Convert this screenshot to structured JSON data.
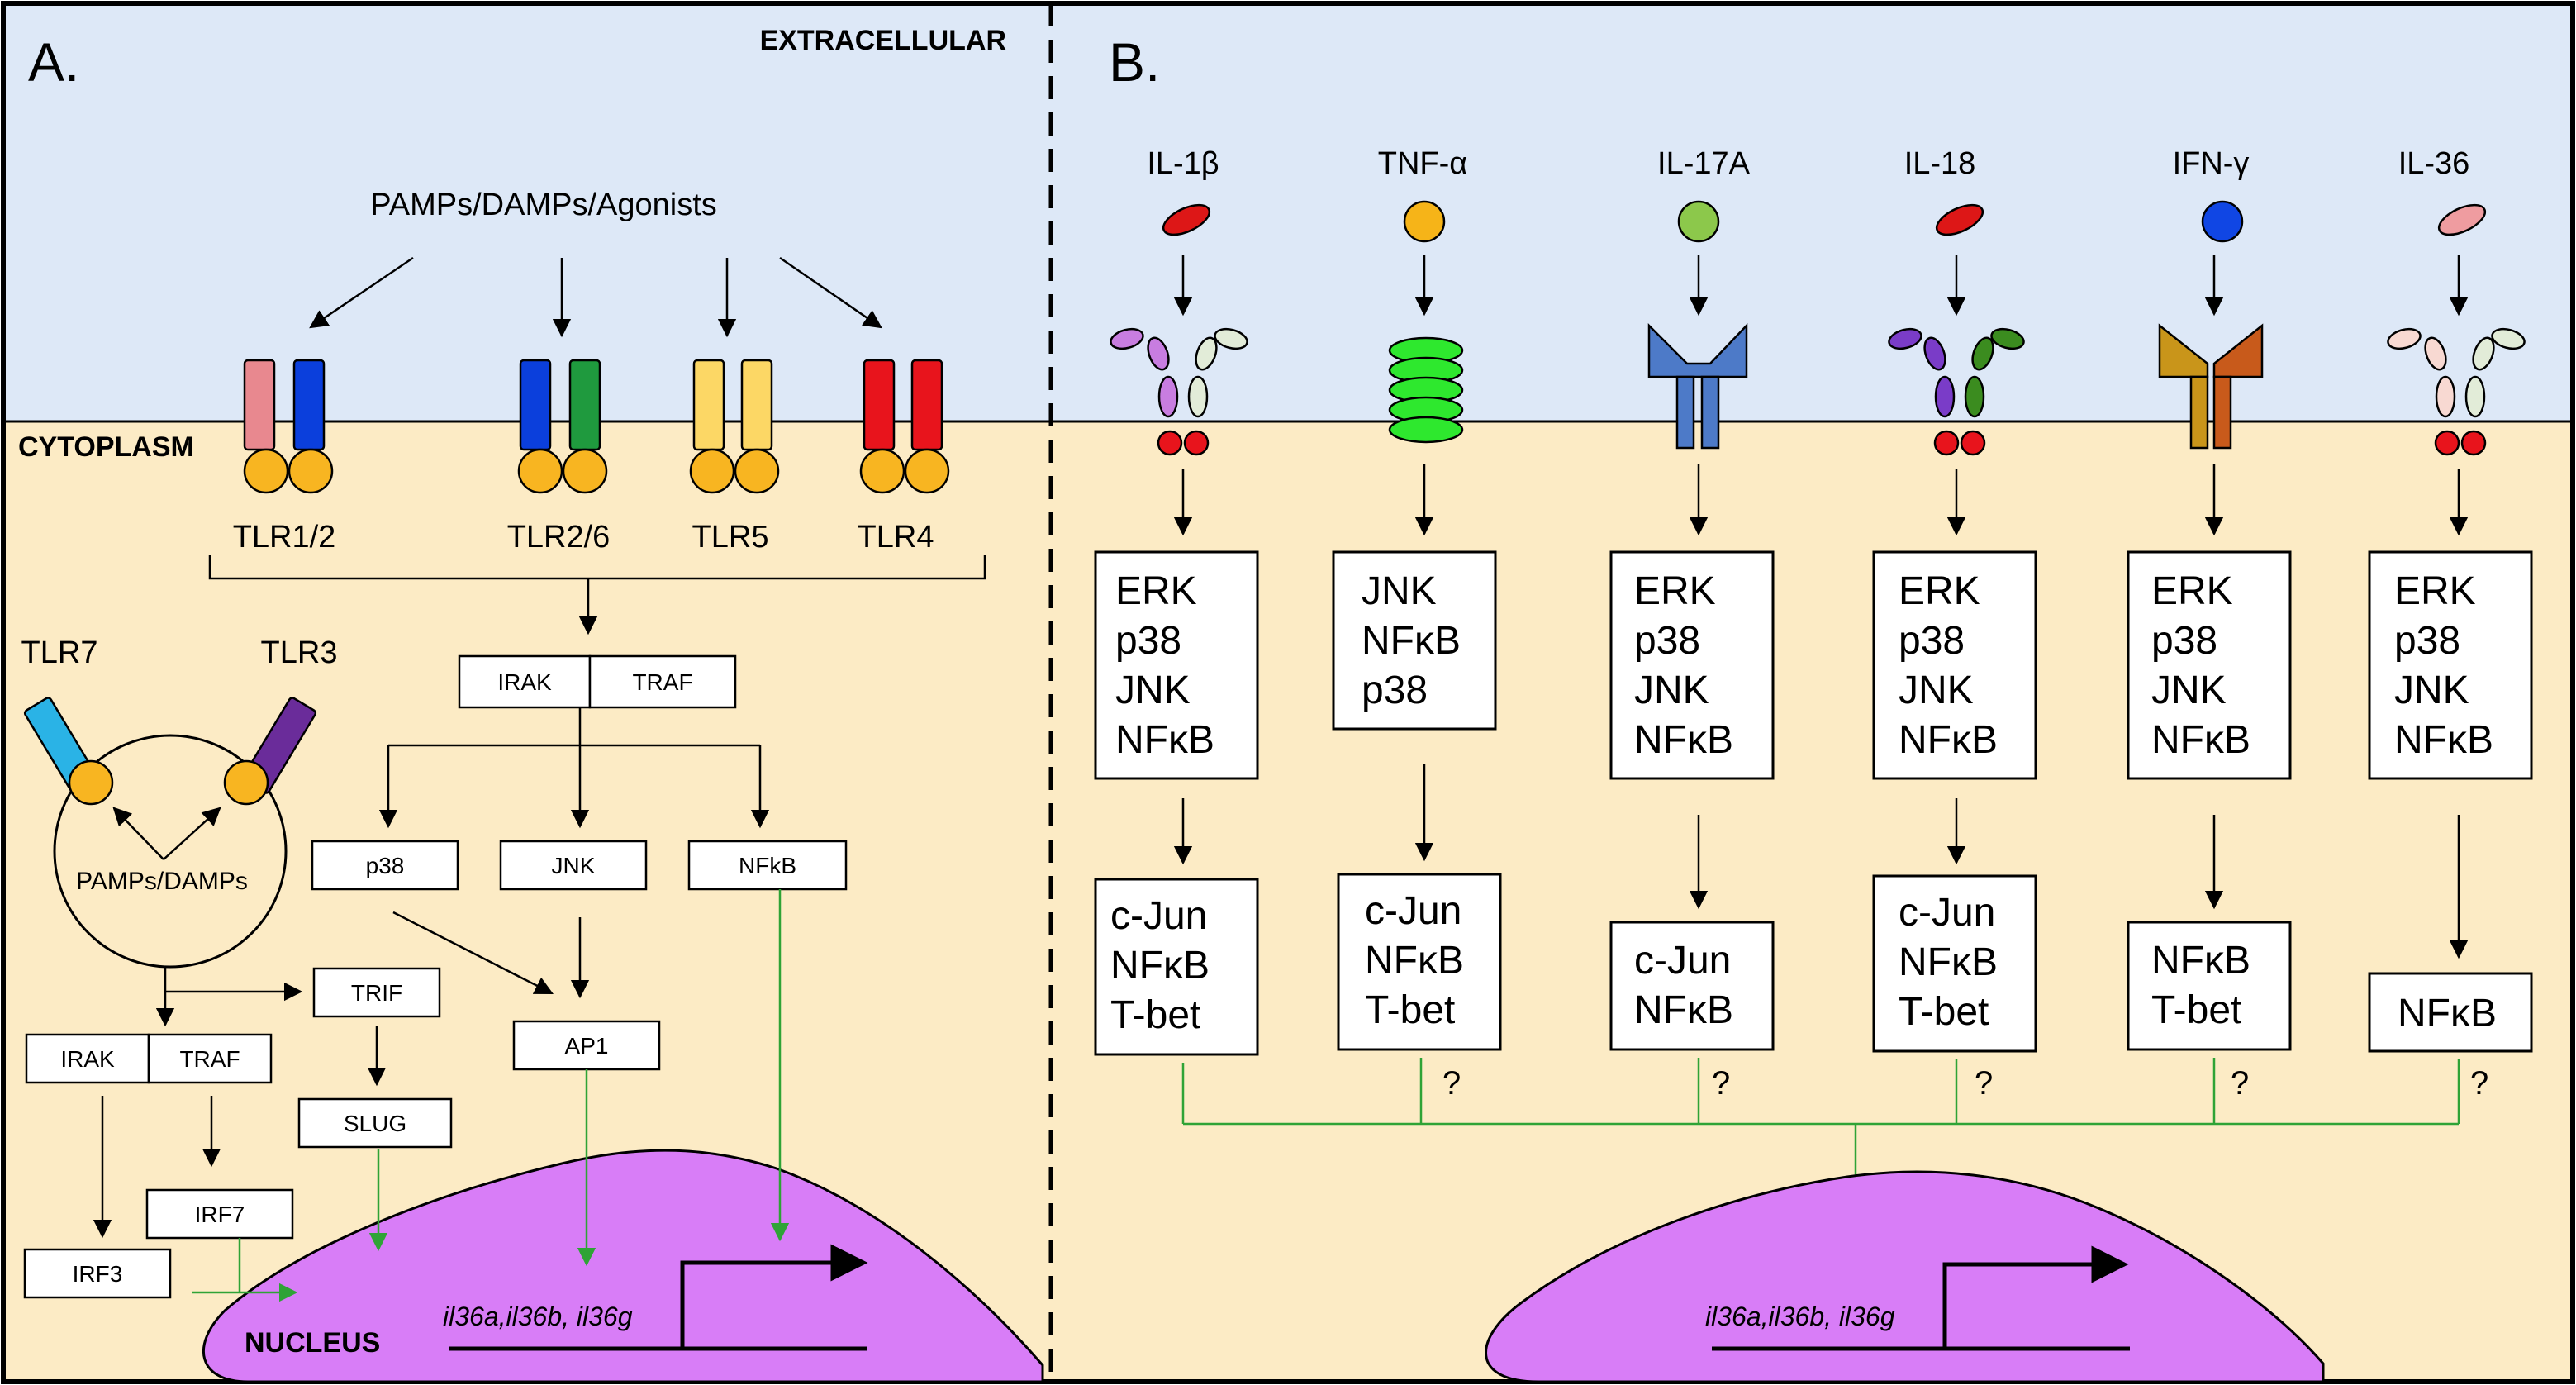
{
  "panelA": {
    "letter": "A.",
    "extracellular_label": "EXTRACELLULAR",
    "cytoplasm_label": "CYTOPLASM",
    "nucleus_label": "NUCLEUS",
    "pamps_label": "PAMPs/DAMPs/Agonists",
    "endosome_pamps_label": "PAMPs/DAMPs",
    "receptors": [
      {
        "label": "TLR1/2",
        "colors": [
          "#e8888f",
          "#0b3fdc"
        ]
      },
      {
        "label": "TLR2/6",
        "colors": [
          "#0b3fdc",
          "#1f9a3e"
        ]
      },
      {
        "label": "TLR5",
        "colors": [
          "#fcd765",
          "#fcd765"
        ]
      },
      {
        "label": "TLR4",
        "colors": [
          "#e8141c",
          "#e8141c"
        ]
      }
    ],
    "endosomal_receptors": [
      {
        "label": "TLR7",
        "color": "#2ab3e6"
      },
      {
        "label": "TLR3",
        "color": "#6a2c9a"
      }
    ],
    "adaptor_color": "#f8b521",
    "boxes": {
      "irak": "IRAK",
      "traf": "TRAF",
      "p38": "p38",
      "jnk": "JNK",
      "nfkb": "NFkB",
      "ap1": "AP1",
      "trif": "TRIF",
      "slug": "SLUG",
      "irak2": "IRAK",
      "traf2": "TRAF",
      "irf7": "IRF7",
      "irf3": "IRF3"
    },
    "genes": "il36a,il36b, il36g"
  },
  "panelB": {
    "letter": "B.",
    "genes": "il36a,il36b, il36g",
    "columns": [
      {
        "ligand": "IL-1β",
        "ligand_color": "#dd1717",
        "kinases": [
          "ERK",
          "p38",
          "JNK",
          "NFκB"
        ],
        "tfs": [
          "c-Jun",
          "NFκB",
          "T-bet"
        ],
        "question": ""
      },
      {
        "ligand": "TNF-α",
        "ligand_color": "#f6b418",
        "kinases": [
          "JNK",
          "NFκB",
          "p38"
        ],
        "tfs": [
          "c-Jun",
          "NFκB",
          "T-bet"
        ],
        "question": "?"
      },
      {
        "ligand": "IL-17A",
        "ligand_color": "#8cc84b",
        "kinases": [
          "ERK",
          "p38",
          "JNK",
          "NFκB"
        ],
        "tfs": [
          "c-Jun",
          "NFκB"
        ],
        "question": "?"
      },
      {
        "ligand": "IL-18",
        "ligand_color": "#dd1717",
        "kinases": [
          "ERK",
          "p38",
          "JNK",
          "NFκB"
        ],
        "tfs": [
          "c-Jun",
          "NFκB",
          "T-bet"
        ],
        "question": "?"
      },
      {
        "ligand": "IFN-γ",
        "ligand_color": "#1046e4",
        "kinases": [
          "ERK",
          "p38",
          "JNK",
          "NFκB"
        ],
        "tfs": [
          "NFκB",
          "T-bet"
        ],
        "question": "?"
      },
      {
        "ligand": "IL-36",
        "ligand_color": "#ef9ca0",
        "kinases": [
          "ERK",
          "p38",
          "JNK",
          "NFκB"
        ],
        "tfs": [
          "NFκB"
        ],
        "question": "?"
      }
    ]
  },
  "colors": {
    "extracellular_bg": "#dde8f7",
    "cytoplasm_bg": "#fcebc5",
    "nucleus": "#d87df7",
    "signal_green": "#2fa336",
    "tnfr": "#2ee82e",
    "il17r": "#4d7ac8",
    "ifngr_a": "#c9951a",
    "ifngr_b": "#c85a1b",
    "il1r_a": "#c87de0",
    "il1r_b": "#e2ecd8",
    "il18r_a": "#7a3cc8",
    "il18r_b": "#3b8c1f",
    "il36r_a": "#f8d9d2",
    "il36r_b": "#e2ecd8",
    "dimer": "#e8141c"
  }
}
